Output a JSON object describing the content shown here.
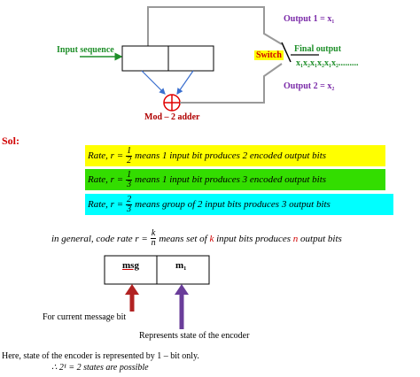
{
  "diagram": {
    "input_label": "Input sequence",
    "output1_label": "Output 1 = x₁",
    "output2_label": "Output 2 = x₂",
    "switch_label": "Switch",
    "final_output_label": "Final output",
    "final_output_seq": "x₁x₂x₁x₂x₁x₂.........",
    "adder_label": "Mod – 2 adder",
    "adder_symbol": "⊕"
  },
  "sol_label": "Sol:",
  "rates": [
    {
      "prefix": "Rate, r =",
      "num": "1",
      "den": "2",
      "text": "means 1 input bit produces 2 encoded output bits",
      "color": "#ffff00"
    },
    {
      "prefix": "Rate, r =",
      "num": "1",
      "den": "3",
      "text": "means 1 input bit produces 3 encoded output bits",
      "color": "#33dd00"
    },
    {
      "prefix": "Rate, r =",
      "num": "2",
      "den": "3",
      "text": "means group of 2 input bits produces 3 output bits",
      "color": "#00ffff"
    }
  ],
  "general": {
    "prefix": "in general, code rate r =",
    "num": "k",
    "den": "n",
    "text1": "means set of",
    "k": "k",
    "text2": "input bits produces",
    "n": "n",
    "text3": "output bits"
  },
  "state_box": {
    "cell1": "msg",
    "cell2": "m₁"
  },
  "current_bit_caption": "For current message bit",
  "state_caption": "Represents state of the encoder",
  "footer_line1": "Here, state of the encoder is represented by 1 – bit only.",
  "footer_line2": "∴  2¹ = 2 states are possible",
  "colors": {
    "arrow_red": "#b22222",
    "arrow_purple": "#6a3d9a",
    "wire": "#999999",
    "adder": "#e00000",
    "green_label": "#1f8f2a"
  }
}
